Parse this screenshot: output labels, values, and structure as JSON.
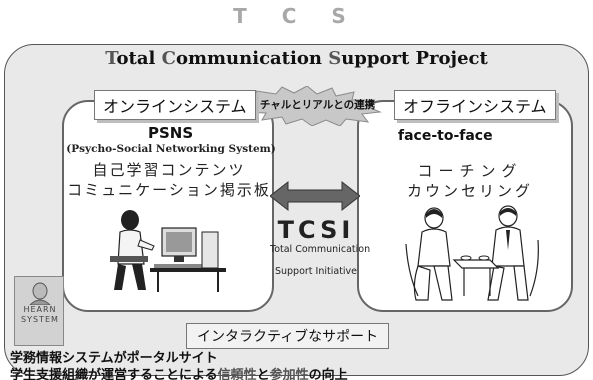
{
  "header": {
    "logo_text": "T C S",
    "project_title_parts": [
      "T",
      "otal ",
      "C",
      "ommunication ",
      "S",
      "upport Project"
    ]
  },
  "left_panel": {
    "tag": "オンラインシステム",
    "title": "PSNS",
    "subtitle": "(Psycho-Social Networking System)",
    "lines": [
      "自己学習コンテンツ",
      "コミュニケーション掲示板"
    ]
  },
  "right_panel": {
    "tag": "オフラインシステム",
    "title": "face-to-face",
    "lines": [
      "コーチング",
      "カウンセリング"
    ]
  },
  "bridge": {
    "burst_text": "バーチャルとリアルとの連携",
    "tcsi": "TCSI",
    "tcsi_line1": "Total Communication",
    "tcsi_line2": "Support Initiative"
  },
  "hearn_logo": {
    "line1": "HEARN",
    "line2": "SYSTEM"
  },
  "support_tag": "インタラクティブなサポート",
  "bottom": {
    "line1": "学務情報システムがポータルサイト",
    "line2_parts": [
      "学生支援組織が運営することによる",
      "信頼性",
      "と",
      "参加性",
      "の向上"
    ]
  },
  "colors": {
    "outer_bg": "#e9e9e9",
    "panel_bg": "#ffffff",
    "burst": "#c8c8c8",
    "arrow": "#666666",
    "logo_gray": "#a8a8a8"
  },
  "icons": [
    "burst-shape",
    "double-arrow-icon",
    "computer-user-illustration",
    "counseling-illustration",
    "hearn-face-icon"
  ]
}
